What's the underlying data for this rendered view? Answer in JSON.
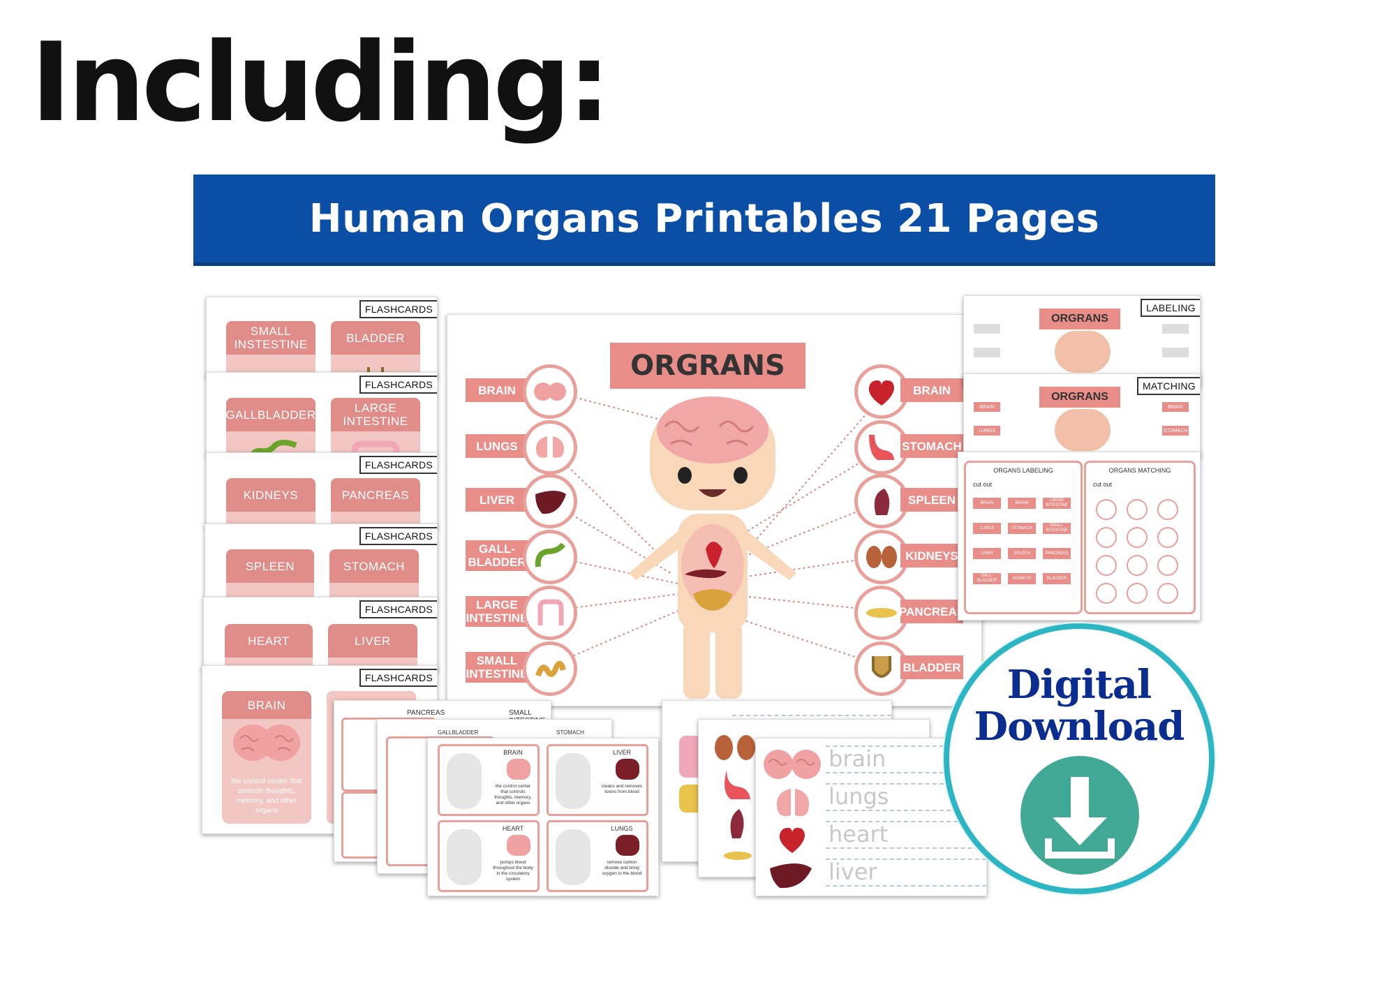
{
  "headline": "Including:",
  "banner": "Human Organs Printables 21 Pages",
  "flashcards": {
    "tag": "FLASHCARDS",
    "rows": [
      [
        "SMALL INSTESTINE",
        "BLADDER"
      ],
      [
        "GALLBLADDER",
        "LARGE INTESTINE"
      ],
      [
        "KIDNEYS",
        "PANCREAS"
      ],
      [
        "SPLEEN",
        "STOMACH"
      ],
      [
        "HEART",
        "LIVER"
      ]
    ],
    "last": {
      "label": "BRAIN",
      "desc": "the control center that controls thoughts, memory, and other organs"
    }
  },
  "poster": {
    "title": "ORGRANS",
    "left": [
      "BRAIN",
      "LUNGS",
      "LIVER",
      "GALL-\nBLADDER",
      "LARGE\nINTESTINE",
      "SMALL\nINTESTINE"
    ],
    "right": [
      "BRAIN",
      "STOMACH",
      "SPLEEN",
      "KIDNEYS",
      "PANCREAS",
      "BLADDER"
    ]
  },
  "labeling": {
    "tag": "LABELING",
    "title": "ORGRANS"
  },
  "matching": {
    "tag": "MATCHING",
    "title": "ORGRANS",
    "left": [
      "BRAIN",
      "LUNGS"
    ],
    "right": [
      "BRAIN",
      "STOMACH"
    ]
  },
  "cutout": {
    "labeling_title": "ORGANS LABELING",
    "matching_title": "ORGANS MATCHING",
    "cut": "cut out",
    "labels": [
      "BRAIN",
      "BRAIN",
      "LARGE INTESTINE",
      "LUNGS",
      "STOMACH",
      "SMALL INTESTINE",
      "LIVER",
      "SPLEEN",
      "PANCREAS",
      "GALL-BLADDER",
      "KIDNEYS",
      "BLADDER"
    ]
  },
  "puzzles": {
    "back1": [
      "PANCREAS",
      "SMALL INTESTINE"
    ],
    "back2": [
      "GALLBLADDER",
      "STOMACH"
    ],
    "front": [
      {
        "name": "BRAIN",
        "desc": "the control center that controls thoughts, memory, and other organs"
      },
      {
        "name": "LIVER",
        "desc": "cleans and removes toxins from blood"
      },
      {
        "name": "HEART",
        "desc": "pumps blood throughout the body in the circulatory system"
      },
      {
        "name": "LUNGS",
        "desc": "remove carbon dioxide and bring oxygen to the blood"
      }
    ]
  },
  "tracing": [
    "brain",
    "lungs",
    "heart",
    "liver"
  ],
  "digital": {
    "line1": "Digital",
    "line2": "Download"
  },
  "colors": {
    "banner": "#0a4ea6",
    "pink": "#e98d89",
    "teal": "#3fa996",
    "ring": "#2cb6c4",
    "navy": "#0a2d8f"
  }
}
